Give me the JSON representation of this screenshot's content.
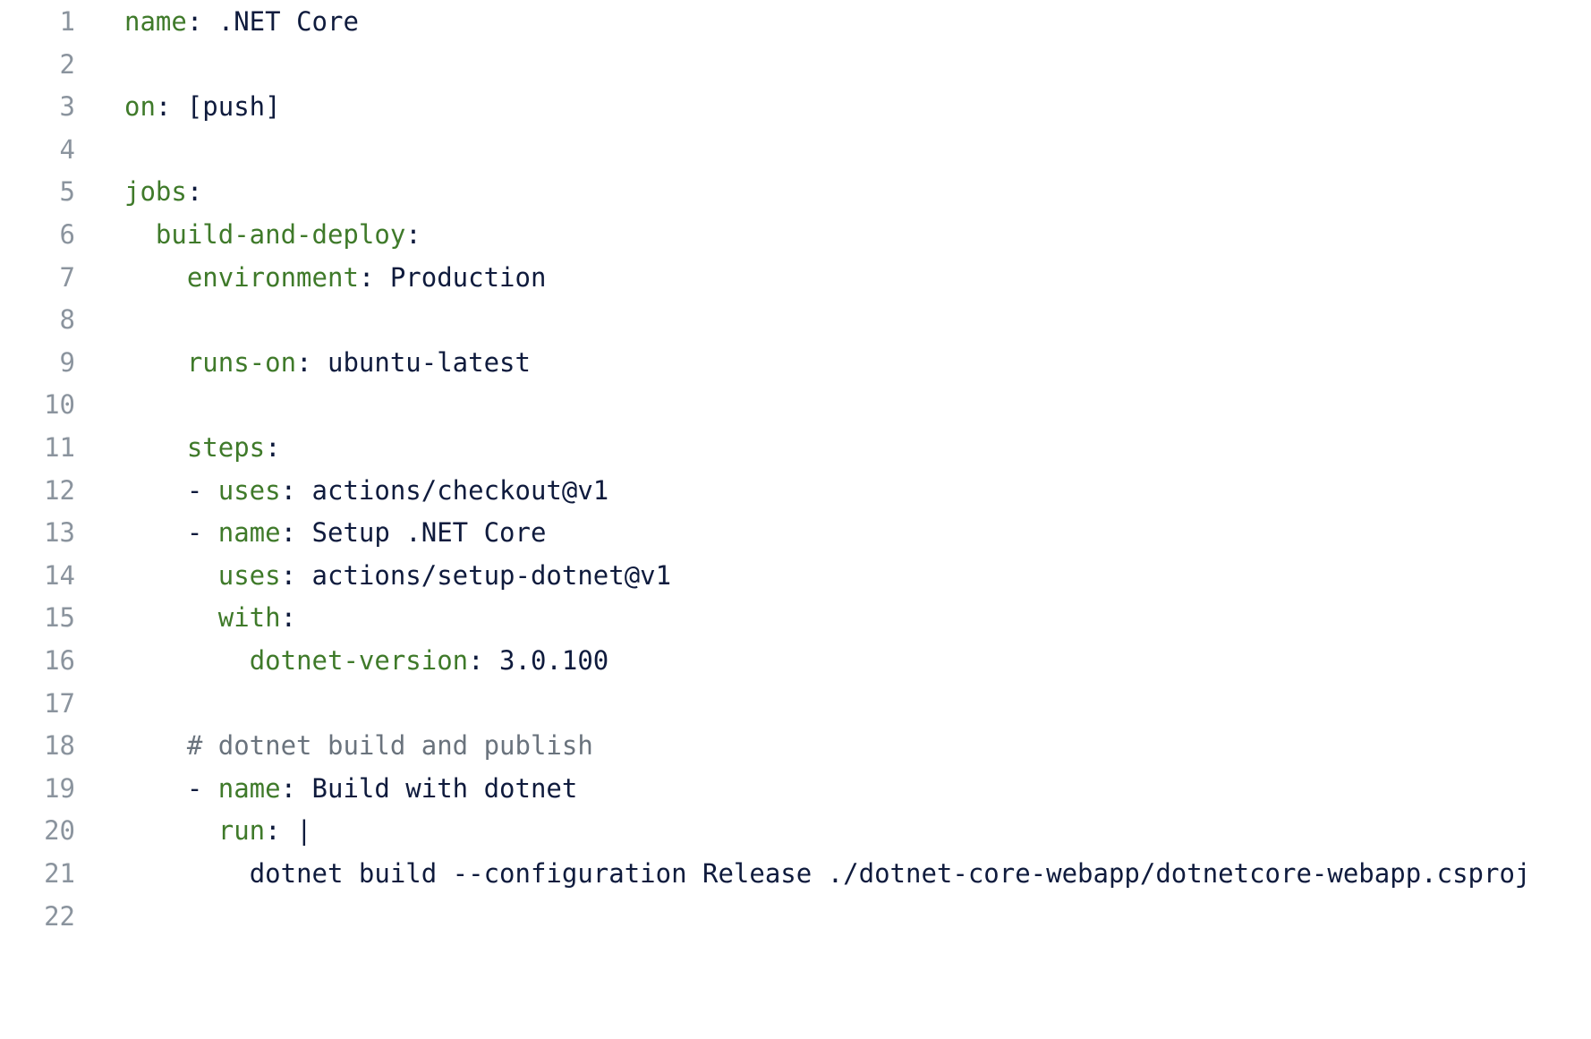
{
  "editor": {
    "language": "yaml",
    "colors": {
      "key": "#3f7a2a",
      "value": "#0f1b3d",
      "comment": "#6a737d",
      "line_number": "#8b949e",
      "background": "#ffffff"
    },
    "lines": [
      {
        "number": "1",
        "indent": "",
        "dash": "",
        "key": "name",
        "sep": ": ",
        "value": ".NET Core",
        "comment": ""
      },
      {
        "number": "2",
        "indent": "",
        "dash": "",
        "key": "",
        "sep": "",
        "value": "",
        "comment": ""
      },
      {
        "number": "3",
        "indent": "",
        "dash": "",
        "key": "on",
        "sep": ": ",
        "value": "[push]",
        "comment": ""
      },
      {
        "number": "4",
        "indent": "",
        "dash": "",
        "key": "",
        "sep": "",
        "value": "",
        "comment": ""
      },
      {
        "number": "5",
        "indent": "",
        "dash": "",
        "key": "jobs",
        "sep": ":",
        "value": "",
        "comment": ""
      },
      {
        "number": "6",
        "indent": "  ",
        "dash": "",
        "key": "build-and-deploy",
        "sep": ":",
        "value": "",
        "comment": ""
      },
      {
        "number": "7",
        "indent": "    ",
        "dash": "",
        "key": "environment",
        "sep": ": ",
        "value": "Production",
        "comment": ""
      },
      {
        "number": "8",
        "indent": "",
        "dash": "",
        "key": "",
        "sep": "",
        "value": "",
        "comment": ""
      },
      {
        "number": "9",
        "indent": "    ",
        "dash": "",
        "key": "runs-on",
        "sep": ": ",
        "value": "ubuntu-latest",
        "comment": ""
      },
      {
        "number": "10",
        "indent": "",
        "dash": "",
        "key": "",
        "sep": "",
        "value": "",
        "comment": ""
      },
      {
        "number": "11",
        "indent": "    ",
        "dash": "",
        "key": "steps",
        "sep": ":",
        "value": "",
        "comment": ""
      },
      {
        "number": "12",
        "indent": "    ",
        "dash": "- ",
        "key": "uses",
        "sep": ": ",
        "value": "actions/checkout@v1",
        "comment": ""
      },
      {
        "number": "13",
        "indent": "    ",
        "dash": "- ",
        "key": "name",
        "sep": ": ",
        "value": "Setup .NET Core",
        "comment": ""
      },
      {
        "number": "14",
        "indent": "      ",
        "dash": "",
        "key": "uses",
        "sep": ": ",
        "value": "actions/setup-dotnet@v1",
        "comment": ""
      },
      {
        "number": "15",
        "indent": "      ",
        "dash": "",
        "key": "with",
        "sep": ":",
        "value": "",
        "comment": ""
      },
      {
        "number": "16",
        "indent": "        ",
        "dash": "",
        "key": "dotnet-version",
        "sep": ": ",
        "value": "3.0.100",
        "comment": ""
      },
      {
        "number": "17",
        "indent": "",
        "dash": "",
        "key": "",
        "sep": "",
        "value": "",
        "comment": ""
      },
      {
        "number": "18",
        "indent": "    ",
        "dash": "",
        "key": "",
        "sep": "",
        "value": "",
        "comment": "# dotnet build and publish"
      },
      {
        "number": "19",
        "indent": "    ",
        "dash": "- ",
        "key": "name",
        "sep": ": ",
        "value": "Build with dotnet",
        "comment": ""
      },
      {
        "number": "20",
        "indent": "      ",
        "dash": "",
        "key": "run",
        "sep": ": ",
        "value": "|",
        "comment": ""
      },
      {
        "number": "21",
        "indent": "        ",
        "dash": "",
        "key": "",
        "sep": "",
        "value": "dotnet build --configuration Release ./dotnet-core-webapp/dotnetcore-webapp.csproj",
        "comment": ""
      },
      {
        "number": "22",
        "indent": "",
        "dash": "",
        "key": "",
        "sep": "",
        "value": "",
        "comment": ""
      }
    ]
  }
}
